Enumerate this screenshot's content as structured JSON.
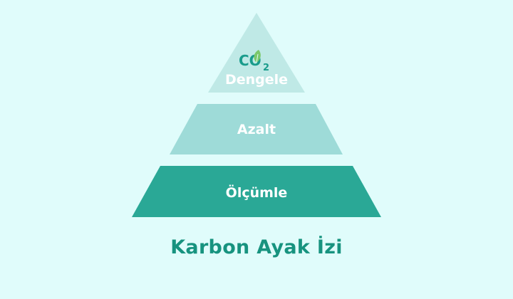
{
  "pyramid": {
    "tiers": [
      {
        "id": "top",
        "label": "Dengele",
        "color": "#bfe9e6"
      },
      {
        "id": "middle",
        "label": "Azalt",
        "color": "#9edbd8"
      },
      {
        "id": "bottom",
        "label": "Ölçümle",
        "color": "#2aa896"
      }
    ],
    "co2_icon": {
      "name": "co2-leaf-icon",
      "text": "CO",
      "subscript": "2",
      "color": "#1a9c8c",
      "leaf_color": "#7cc86a"
    }
  },
  "footer": {
    "title": "Karbon Ayak İzi"
  }
}
